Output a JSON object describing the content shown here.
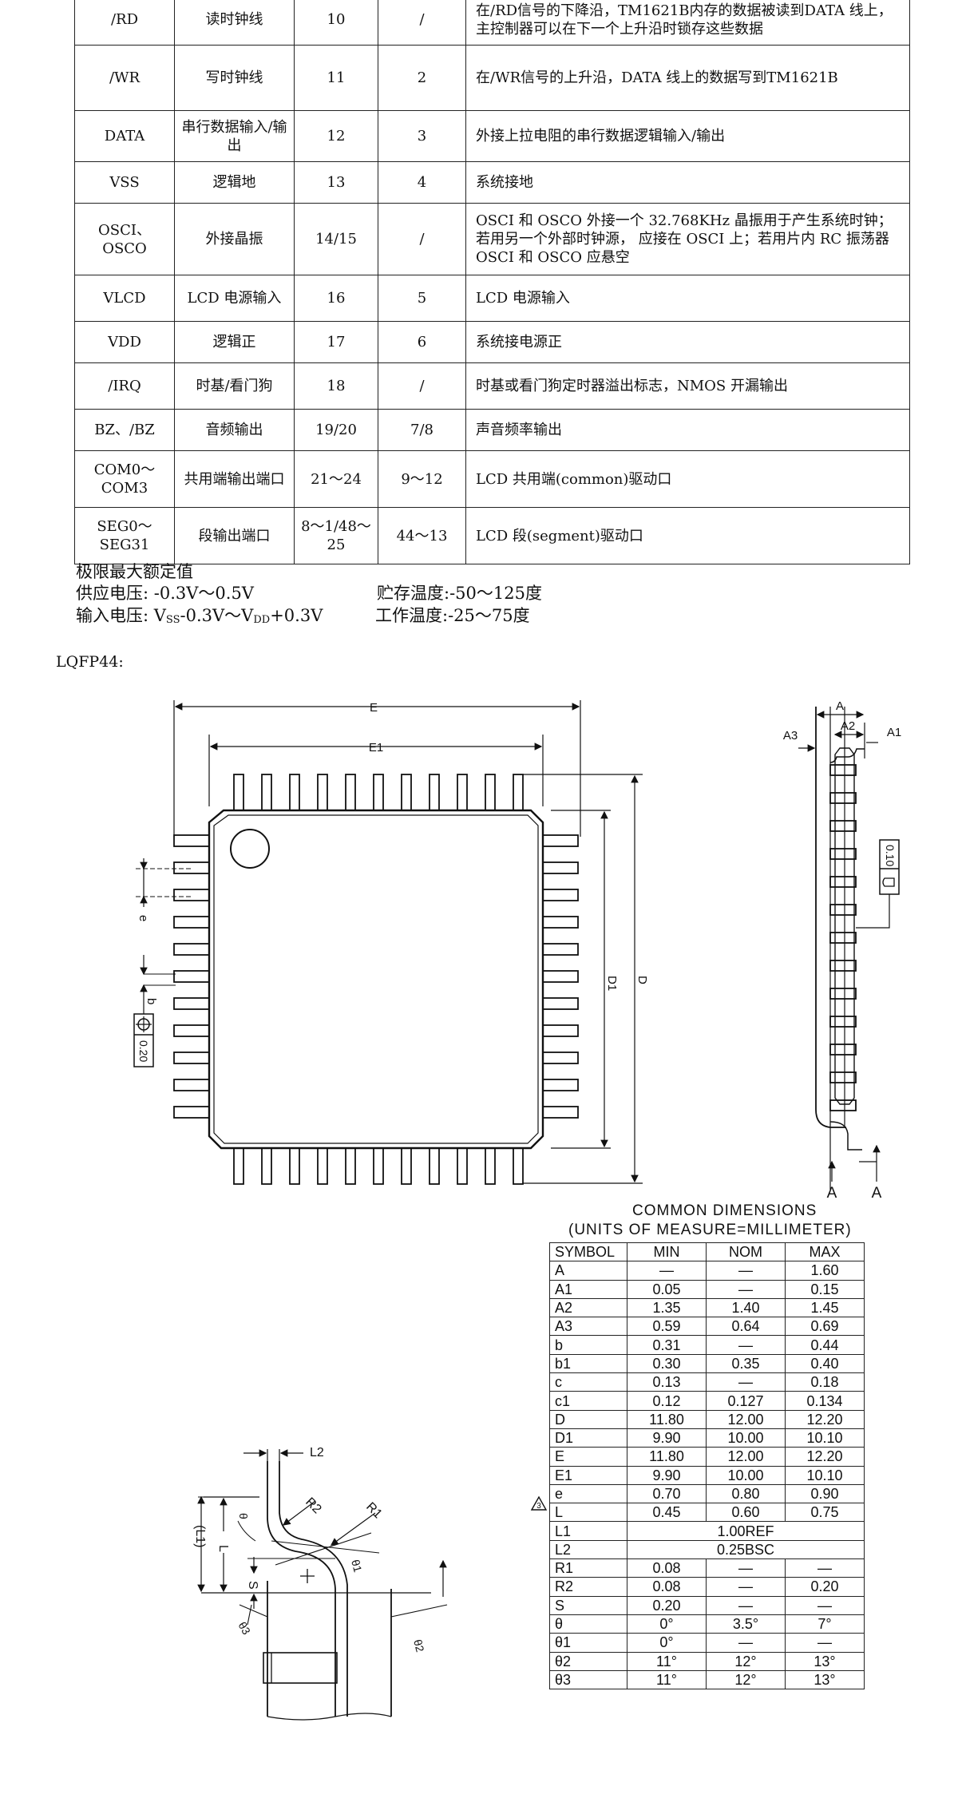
{
  "pin_table": {
    "rows": [
      {
        "pin": "/RD",
        "name": "读时钟线",
        "num1": "10",
        "num2": "/",
        "desc": "在/RD信号的下降沿，TM1621B内存的数据被读到DATA 线上，主控制器可以在下一个上升沿时锁存这些数据"
      },
      {
        "pin": "/WR",
        "name": "写时钟线",
        "num1": "11",
        "num2": "2",
        "desc": "在/WR信号的上升沿，DATA 线上的数据写到TM1621B"
      },
      {
        "pin": "DATA",
        "name": "串行数据输入/输出",
        "num1": "12",
        "num2": "3",
        "desc": "外接上拉电阻的串行数据逻辑输入/输出"
      },
      {
        "pin": "VSS",
        "name": "逻辑地",
        "num1": "13",
        "num2": "4",
        "desc": "系统接地"
      },
      {
        "pin": "OSCI、OSCO",
        "name": "外接晶振",
        "num1": "14/15",
        "num2": "/",
        "desc": "OSCI 和 OSCO 外接一个 32.768KHz 晶振用于产生系统时钟；若用另一个外部时钟源， 应接在 OSCI 上；若用片内 RC 振荡器 OSCI 和 OSCO 应悬空"
      },
      {
        "pin": "VLCD",
        "name": "LCD 电源输入",
        "num1": "16",
        "num2": "5",
        "desc": "LCD 电源输入"
      },
      {
        "pin": "VDD",
        "name": "逻辑正",
        "num1": "17",
        "num2": "6",
        "desc": "系统接电源正"
      },
      {
        "pin": "/IRQ",
        "name": "时基/看门狗",
        "num1": "18",
        "num2": "/",
        "desc": "时基或看门狗定时器溢出标志，NMOS 开漏输出"
      },
      {
        "pin": "BZ、/BZ",
        "name": "音频输出",
        "num1": "19/20",
        "num2": "7/8",
        "desc": "声音频率输出"
      },
      {
        "pin": "COM0～COM3",
        "name": "共用端输出端口",
        "num1": "21～24",
        "num2": "9～12",
        "desc": "LCD 共用端(common)驱动口"
      },
      {
        "pin": "SEG0～SEG31",
        "name": "段输出端口",
        "num1": "8～1/48～25",
        "num2": "44～13",
        "desc": "LCD 段(segment)驱动口"
      }
    ]
  },
  "ratings": {
    "title": "极限最大额定值",
    "supply": "供应电压: -0.3V～0.5V",
    "storage": "贮存温度:-50～125度",
    "input_prefix": "输入电压: V",
    "input_sub1": "SS",
    "input_mid": "-0.3V～V",
    "input_sub2": "DD",
    "input_suffix": "+0.3V",
    "operating": "工作温度:-25～75度"
  },
  "package_label": "LQFP44:",
  "drawing_labels": {
    "E": "E",
    "E1": "E1",
    "D": "D",
    "D1": "D1",
    "e": "e",
    "b": "b",
    "tol_020": "0.20",
    "A": "A",
    "A1": "A1",
    "A2": "A2",
    "A3": "A3",
    "tol_010": "0.10",
    "section_a": "A",
    "L2": "L2",
    "L": "L",
    "L1": "(L1)",
    "R1": "R1",
    "R2": "R2",
    "S": "S",
    "theta": "θ",
    "theta1": "θ1",
    "theta2": "θ2",
    "theta3": "θ3"
  },
  "dimensions": {
    "title_line1": "COMMON  DIMENSIONS",
    "title_line2": "(UNITS  OF  MEASURE=MILLIMETER)",
    "note_mark": "3",
    "header": [
      "SYMBOL",
      "MIN",
      "NOM",
      "MAX"
    ],
    "rows": [
      [
        "A",
        "—",
        "—",
        "1.60"
      ],
      [
        "A1",
        "0.05",
        "—",
        "0.15"
      ],
      [
        "A2",
        "1.35",
        "1.40",
        "1.45"
      ],
      [
        "A3",
        "0.59",
        "0.64",
        "0.69"
      ],
      [
        "b",
        "0.31",
        "—",
        "0.44"
      ],
      [
        "b1",
        "0.30",
        "0.35",
        "0.40"
      ],
      [
        "c",
        "0.13",
        "—",
        "0.18"
      ],
      [
        "c1",
        "0.12",
        "0.127",
        "0.134"
      ],
      [
        "D",
        "11.80",
        "12.00",
        "12.20"
      ],
      [
        "D1",
        "9.90",
        "10.00",
        "10.10"
      ],
      [
        "E",
        "11.80",
        "12.00",
        "12.20"
      ],
      [
        "E1",
        "9.90",
        "10.00",
        "10.10"
      ],
      [
        "e",
        "0.70",
        "0.80",
        "0.90"
      ],
      [
        "L",
        "0.45",
        "0.60",
        "0.75"
      ],
      [
        "L1",
        "1.00REF"
      ],
      [
        "L2",
        "0.25BSC"
      ],
      [
        "R1",
        "0.08",
        "—",
        "—"
      ],
      [
        "R2",
        "0.08",
        "—",
        "0.20"
      ],
      [
        "S",
        "0.20",
        "—",
        "—"
      ],
      [
        "θ",
        "0°",
        "3.5°",
        "7°"
      ],
      [
        "θ1",
        "0°",
        "—",
        "—"
      ],
      [
        "θ2",
        "11°",
        "12°",
        "13°"
      ],
      [
        "θ3",
        "11°",
        "12°",
        "13°"
      ]
    ]
  }
}
